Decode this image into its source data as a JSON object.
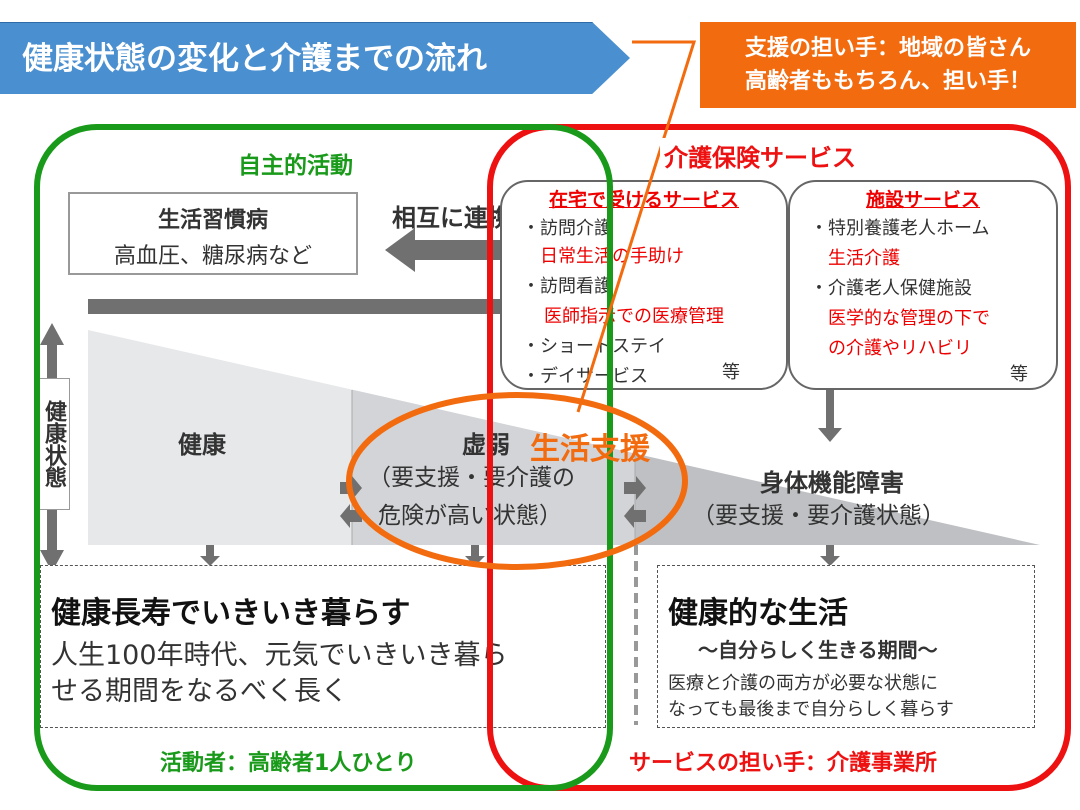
{
  "title": "健康状態の変化と介護までの流れ",
  "supporters": {
    "line1": "支援の担い手：地域の皆さん",
    "line2": "高齢者ももちろん、担い手！"
  },
  "green_area": {
    "label": "自主的活動",
    "bottom": "活動者：高齢者1人ひとり",
    "color": "#1a9a1a"
  },
  "red_area": {
    "label": "介護保険サービス",
    "bottom": "サービスの担い手：介護事業所",
    "color": "#ee1111"
  },
  "lifestyle": {
    "title": "生活習慣病",
    "sub": "高血圧、糖尿病など"
  },
  "mutual": "相互に連携",
  "health_axis": "健康状態",
  "stages": {
    "healthy": "健康",
    "frail": "虚弱",
    "frail_sub1": "（要支援・要介護の",
    "frail_sub2": "危険が高い状態）",
    "disabled": "身体機能障害",
    "disabled_sub": "（要支援・要介護状態）"
  },
  "life_support": "生活支援",
  "home_services": {
    "title": "在宅で受けるサービス",
    "items": [
      "・訪問介護",
      "日常生活の手助け",
      "・訪問看護",
      "医師指示での医療管理",
      "・ショートステイ",
      "・デイサービス"
    ],
    "etc": "等"
  },
  "facility_services": {
    "title": "施設サービス",
    "items": [
      "・特別養護老人ホーム",
      "生活介護",
      "・介護老人保健施設",
      "医学的な管理の下で",
      "の介護やリハビリ"
    ],
    "etc": "等"
  },
  "left_goal": {
    "title": "健康長寿でいきいき暮らす",
    "line1": "人生100年時代、元気でいきいき暮ら",
    "line2": "せる期間をなるべく長く"
  },
  "right_goal": {
    "title": "健康的な生活",
    "subtitle": "～自分らしく生きる期間～",
    "line1": "医療と介護の両方が必要な状態に",
    "line2": "なっても最後まで自分らしく暮らす"
  }
}
